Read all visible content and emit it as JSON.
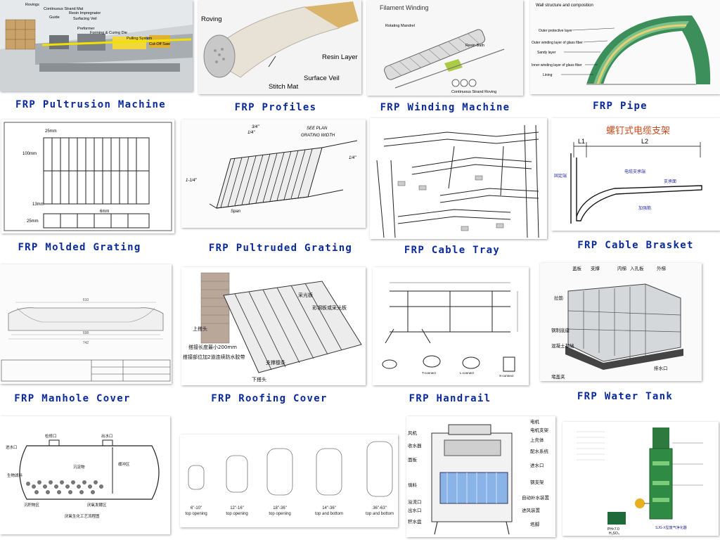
{
  "accent_color": "#0a2a9c",
  "captions": [
    "FRP Pultrusion Machine",
    "FRP Profiles",
    "FRP Winding Machine",
    "FRP Pipe",
    "FRP Molded Grating",
    "FRP Pultruded Grating",
    "FRP Cable Tray",
    "FRP Cable Brasket",
    "FRP Manhole Cover",
    "FRP Roofing Cover",
    "FRP Handrail",
    "FRP Water Tank"
  ],
  "pultrusion_labels": [
    "Rovings",
    "Continuous Strand Mat",
    "Resin Impregnator",
    "Surfacing Veil",
    "Guide",
    "Preformer",
    "Forming & Curing Die",
    "Pulling System",
    "Cut-Off Saw"
  ],
  "profiles_labels": [
    "Roving",
    "Resin Layer",
    "Surface Veil",
    "Stitch Mat"
  ],
  "winding": {
    "title": "Filament Winding",
    "labels": [
      "Rotating Mandrel",
      "Resin Bath",
      "Continuous Strand Roving"
    ]
  },
  "pipe": {
    "title": "Wall structure and composition",
    "layers": [
      "Outer protective layer",
      "Outer winding layer of glass fiber",
      "Sandy layer",
      "Inner winding layer of glass fiber",
      "Lining"
    ]
  },
  "molded_dims": [
    "25mm",
    "100mm",
    "13mm",
    "6mm",
    "25mm"
  ],
  "pultruded_labels": [
    "SEE PLAN",
    "GRATING WIDTH",
    "Span",
    "1-1/4\"",
    "3/4\"",
    "1/4\"",
    "1/4\""
  ],
  "bracket": {
    "title": "螺钉式电缆支架",
    "l1": "L1",
    "l2": "L2",
    "labels": [
      "固定端",
      "电缆支承端",
      "支承面",
      "加强筋"
    ]
  },
  "manhole_labels": [
    "610",
    "698",
    "742"
  ],
  "roofing_labels": [
    "采光板",
    "彩钢板或采光板",
    "上搭头",
    "搭接长度最小200mm",
    "搭接部位加2道连续防水胶带",
    "支撑檩条",
    "下搭头"
  ],
  "handrail_labels": [
    "T-connect",
    "L-connect",
    "X-connect"
  ],
  "water_tank_labels": [
    "盖板",
    "支撑",
    "内梯",
    "入孔板",
    "外梯",
    "拉筋",
    "钢制底座",
    "混凝土基础",
    "堵盖夹",
    "排水口"
  ],
  "bottom_row": {
    "septic_labels": [
      "进水口",
      "检修口",
      "出水口",
      "缓冲区",
      "生物滤料",
      "沉淀物",
      "沉积物区",
      "厌氧发酵区",
      "厌氧生化工艺流程图"
    ],
    "tank_labels": [
      "6\"-10\"",
      "top opening",
      "12\"-16\"",
      "top opening",
      "18\"-36\"",
      "top opening",
      "14\"-36\"",
      "top and bottom",
      "36\"-63\"",
      "top and bottom"
    ],
    "tower_labels": [
      "电机",
      "电机支架",
      "风机",
      "收水器",
      "上壳体",
      "面板",
      "配水系统",
      "进水口",
      "填料",
      "钢支架",
      "溢流口",
      "自动补水装置",
      "出水口",
      "进风装置",
      "积水盘",
      "塔脚"
    ],
    "scrubber_labels": [
      "SJG-X型废气净化器",
      "PH<7.0",
      "H₂SO₄"
    ]
  }
}
